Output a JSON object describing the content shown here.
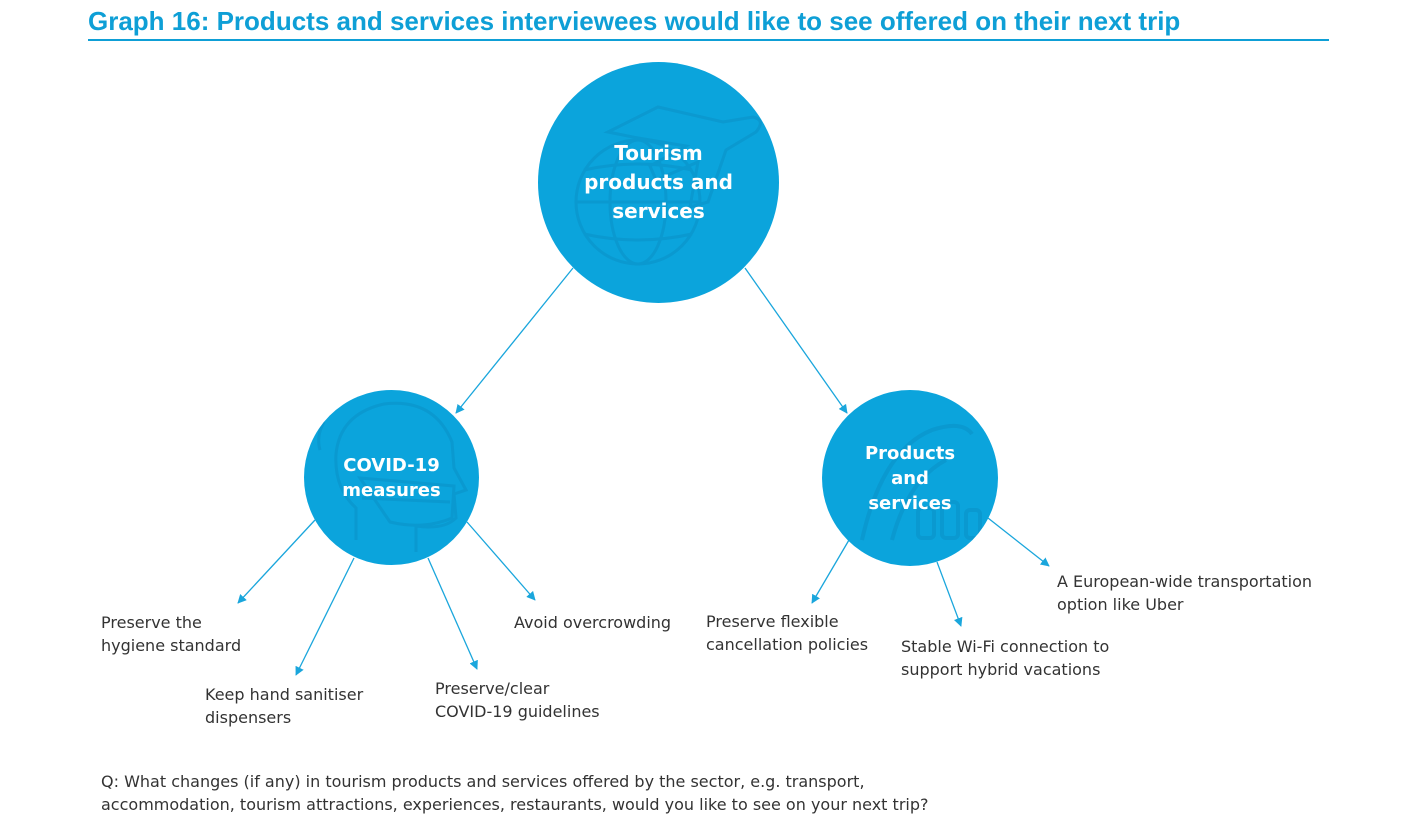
{
  "title": "Graph 16: Products and services interviewees would like to see offered on their next trip",
  "colors": {
    "title": "#0e9fd6",
    "node_fill": "#0ba4dc",
    "connector": "#1aa6dc",
    "text": "#333333"
  },
  "nodes": {
    "root": {
      "label": "Tourism\nproducts and\nservices",
      "icon": "globe-airplane-icon"
    },
    "covid": {
      "label": "COVID-19\nmeasures",
      "icon": "face-mask-icon"
    },
    "products": {
      "label": "Products\nand\nservices",
      "icon": "service-icon"
    }
  },
  "leaves": {
    "hygiene": "Preserve the\nhygiene standard",
    "sanitiser": "Keep hand sanitiser\ndispensers",
    "guidelines": "Preserve/clear\nCOVID-19 guidelines",
    "overcrowding": "Avoid overcrowding",
    "cancellation": "Preserve flexible\ncancellation policies",
    "wifi": "Stable Wi-Fi connection to\nsupport hybrid vacations",
    "transport": "A European-wide transportation\noption like Uber"
  },
  "question": "Q: What changes (if any) in tourism products and services offered by the sector, e.g. transport,\naccommodation, tourism attractions, experiences, restaurants, would you like to see on your next trip?"
}
